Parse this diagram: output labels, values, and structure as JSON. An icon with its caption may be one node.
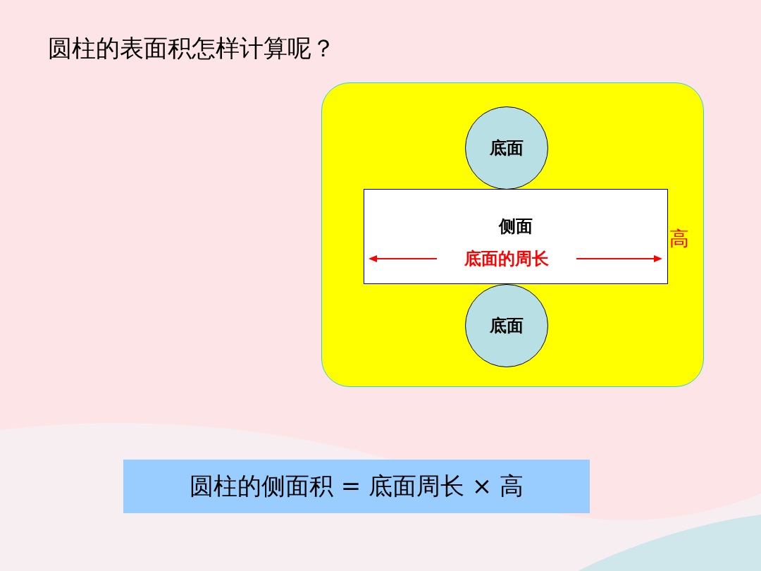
{
  "diagram": {
    "title": "圆柱的表面积怎样计算呢？",
    "nodes": [
      {
        "text": [],
        "shape": "box"
      },
      {
        "text": [
          "底面"
        ],
        "in": 0
      },
      {
        "text": [
          "侧面"
        ],
        "in": 0
      },
      {
        "text": [
          "底面"
        ],
        "in": 0
      },
      {
        "text": [
          "圆柱的侧面积 = 底面周长 × 高"
        ]
      }
    ],
    "labels": [
      "底面的周长",
      "高"
    ]
  }
}
